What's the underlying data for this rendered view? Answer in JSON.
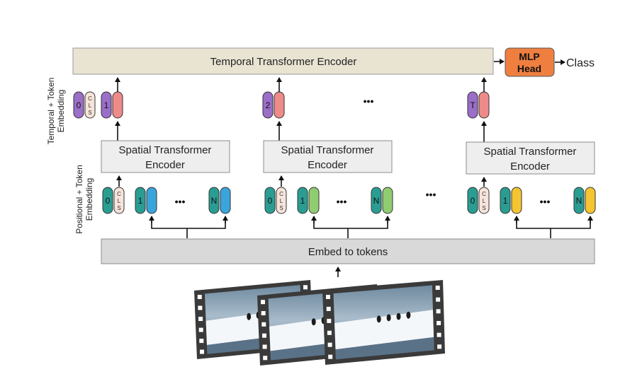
{
  "temporal_encoder": {
    "label": "Temporal Transformer Encoder"
  },
  "mlp_head": {
    "label_line1": "MLP",
    "label_line2": "Head"
  },
  "output": {
    "label": "Class"
  },
  "side_labels": {
    "temporal_line1": "Temporal + Token",
    "temporal_line2": "Embedding",
    "positional_line1": "Positional + Token",
    "positional_line2": "Embedding"
  },
  "spatial_encoder": {
    "label_line1": "Spatial Transformer",
    "label_line2": "Encoder"
  },
  "embed": {
    "label": "Embed to tokens"
  },
  "ellipsis": "•••",
  "cls_letters": [
    "C",
    "L",
    "S"
  ],
  "temporal_tokens": [
    "0",
    "1",
    "2",
    "T"
  ],
  "spatial_groups": [
    {
      "tokens": [
        "0",
        "1",
        "N"
      ]
    },
    {
      "tokens": [
        "0",
        "1",
        "N"
      ]
    },
    {
      "tokens": [
        "0",
        "1",
        "N"
      ]
    }
  ],
  "colors": {
    "temporal_box": "#e9e3d2",
    "spatial_box": "#eeeeee",
    "embed_box": "#d9d9d9",
    "mlp": "#ef7f3f",
    "cls_token": "#f7e4da",
    "temporal_purple": "#9b6ec8",
    "temporal_red": "#ef8a8a",
    "position_teal": "#2a9d93",
    "group1": "#3aa5dc",
    "group2": "#90cc70",
    "group3": "#f4c531",
    "film": "#3a3a3a"
  }
}
